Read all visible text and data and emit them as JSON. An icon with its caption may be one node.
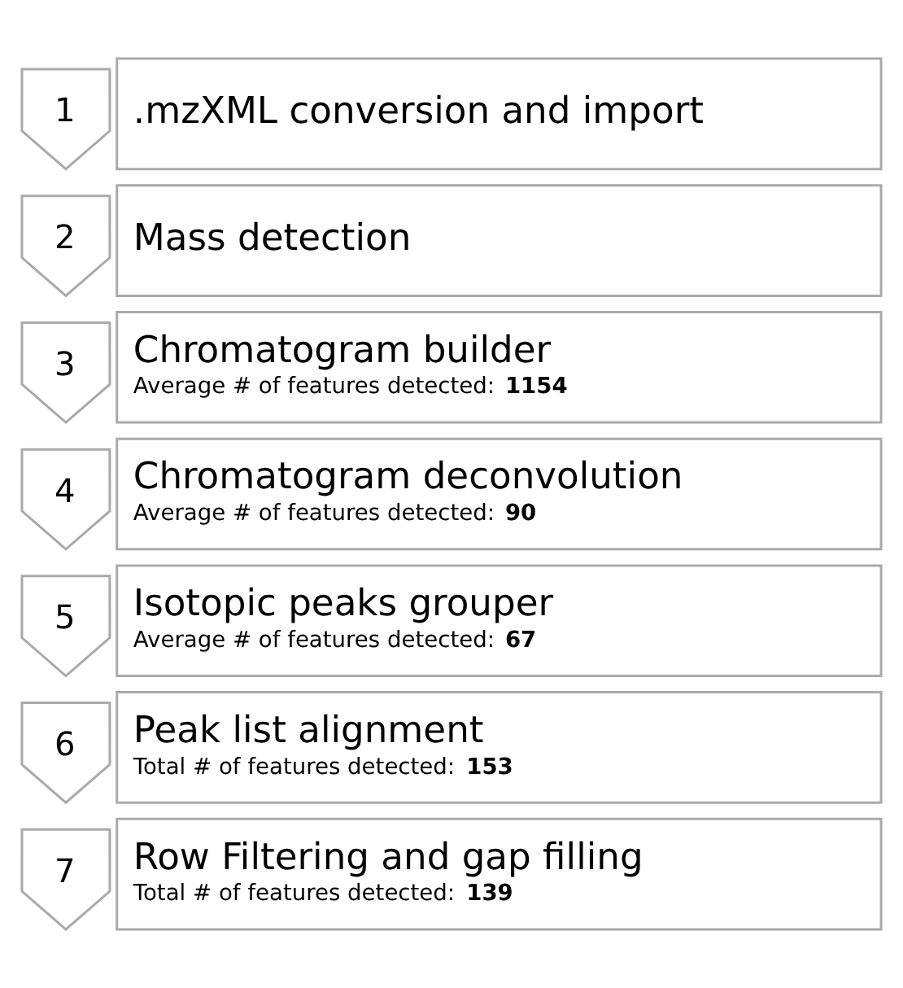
{
  "diagram": {
    "nodes": [
      {
        "text": [
          "1"
        ]
      },
      {
        "text": [
          ".mzXML conversion and import"
        ]
      },
      {
        "text": [
          "2"
        ]
      },
      {
        "text": [
          "Mass detection"
        ]
      },
      {
        "text": [
          "3"
        ]
      },
      {
        "text": [
          "Chromatogram builder",
          "Average # of features detected: **1154**"
        ]
      },
      {
        "text": [
          "4"
        ]
      },
      {
        "text": [
          "Chromatogram deconvolution",
          "Average # of features detected: **90**"
        ]
      },
      {
        "text": [
          "5"
        ]
      },
      {
        "text": [
          "Isotopic peaks grouper",
          "Average # of features detected: **67**"
        ]
      },
      {
        "text": [
          "6"
        ]
      },
      {
        "text": [
          "Peak list alignment",
          "Total # of features detected: **153**"
        ]
      },
      {
        "text": [
          "7"
        ]
      },
      {
        "text": [
          "Row Filtering and gap filling",
          "Total # of features detected: **139**"
        ]
      }
    ],
    "edges": []
  }
}
